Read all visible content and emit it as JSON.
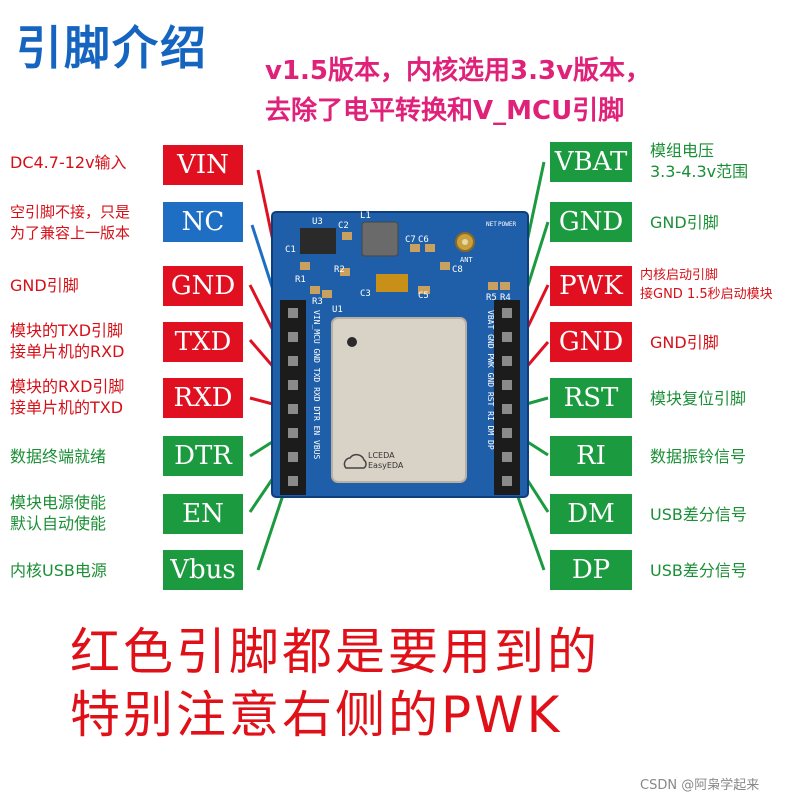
{
  "title": "引脚介绍",
  "subtitle_line1": "v1.5版本，内核选用3.3v版本，",
  "subtitle_line2": "去除了电平转换和V_MCU引脚",
  "colors": {
    "required": "#e01020",
    "optional": "#1b9a3f",
    "nc": "#1e6fc4",
    "title": "#1565c0",
    "subtitle": "#e0217a"
  },
  "left_pins": [
    {
      "label": "VIN",
      "color": "red",
      "desc": [
        "DC4.7-12v输入"
      ]
    },
    {
      "label": "NC",
      "color": "blue",
      "desc": [
        "空引脚不接，只是",
        "为了兼容上一版本"
      ]
    },
    {
      "label": "GND",
      "color": "red",
      "desc": [
        "GND引脚"
      ]
    },
    {
      "label": "TXD",
      "color": "red",
      "desc": [
        "模块的TXD引脚",
        "接单片机的RXD"
      ]
    },
    {
      "label": "RXD",
      "color": "red",
      "desc": [
        "模块的RXD引脚",
        "接单片机的TXD"
      ]
    },
    {
      "label": "DTR",
      "color": "green",
      "desc": [
        "数据终端就绪"
      ]
    },
    {
      "label": "EN",
      "color": "green",
      "desc": [
        "模块电源使能",
        "默认自动使能"
      ]
    },
    {
      "label": "Vbus",
      "color": "green",
      "desc": [
        "内核USB电源"
      ]
    }
  ],
  "right_pins": [
    {
      "label": "VBAT",
      "color": "green",
      "desc": [
        "模组电压",
        "3.3-4.3v范围"
      ]
    },
    {
      "label": "GND",
      "color": "green",
      "desc": [
        "GND引脚"
      ]
    },
    {
      "label": "PWK",
      "color": "red",
      "desc": [
        "内核启动引脚",
        "接GND 1.5秒启动模块"
      ]
    },
    {
      "label": "GND",
      "color": "red",
      "desc": [
        "GND引脚"
      ]
    },
    {
      "label": "RST",
      "color": "green",
      "desc": [
        "模块复位引脚"
      ]
    },
    {
      "label": "RI",
      "color": "green",
      "desc": [
        "数据振铃信号"
      ]
    },
    {
      "label": "DM",
      "color": "green",
      "desc": [
        "USB差分信号"
      ]
    },
    {
      "label": "DP",
      "color": "green",
      "desc": [
        "USB差分信号"
      ]
    }
  ],
  "board": {
    "left_silk": "VIN_MCU GND TXD RXD DTR EN VBUS",
    "right_silk": "VBAT GND PWK GND RST RI DM DP",
    "components": [
      "U3",
      "C2",
      "L1",
      "C1",
      "R2",
      "C7",
      "C6",
      "C8",
      "ANT",
      "NET",
      "POWER",
      "R1",
      "R3",
      "C3",
      "C5",
      "R5",
      "R4",
      "U1"
    ],
    "logo_line1": "LCEDA",
    "logo_line2": "EasyEDA"
  },
  "bottom_line1": "红色引脚都是要用到的",
  "bottom_line2": "特别注意右侧的PWK",
  "watermark": "CSDN @阿枭学起来"
}
